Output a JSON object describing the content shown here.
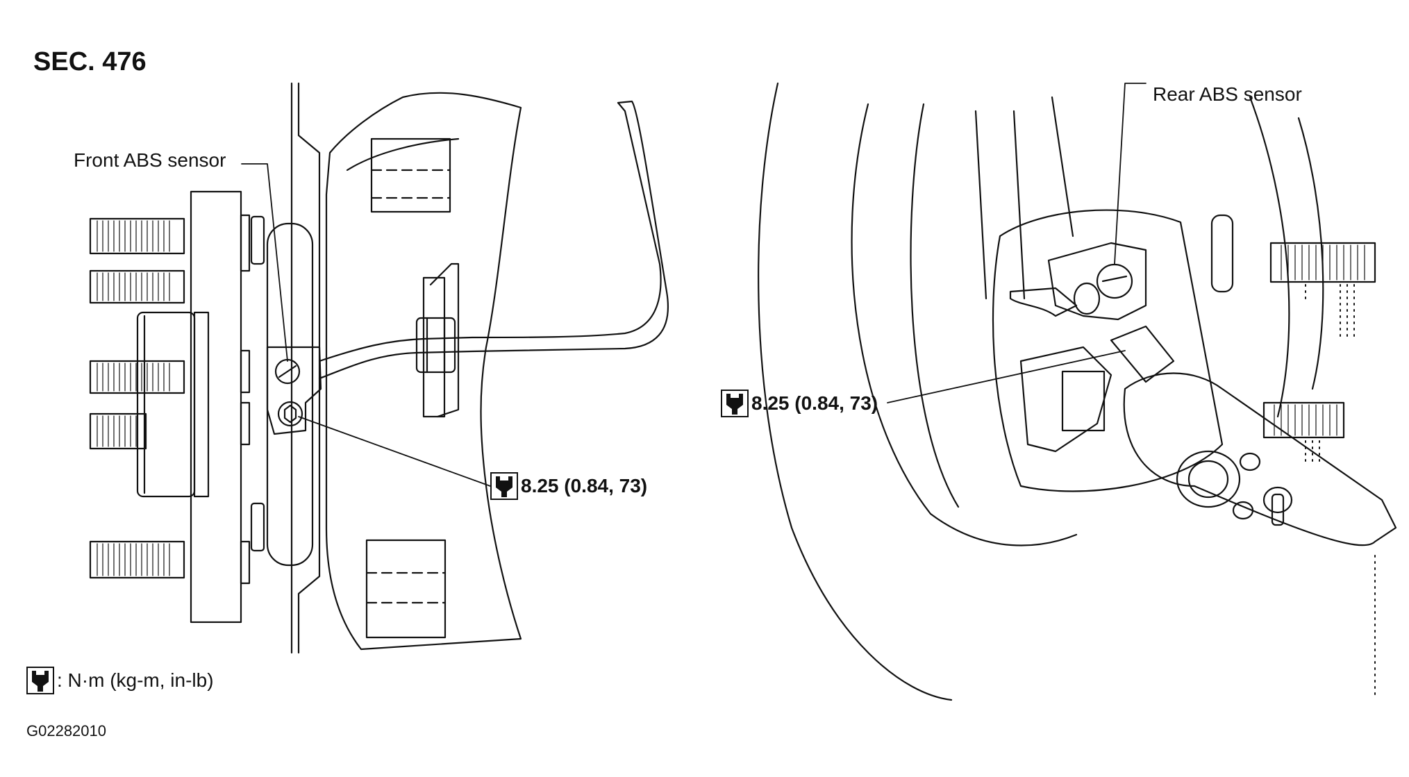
{
  "section_title": "SEC. 476",
  "labels": {
    "front_sensor": "Front ABS sensor",
    "rear_sensor": "Rear ABS sensor"
  },
  "torque": {
    "front_value": "8.25 (0.84, 73)",
    "rear_value": "8.25 (0.84, 73)"
  },
  "legend": {
    "icon": "torque-wrench-icon",
    "text": ": N·m (kg-m, in-lb)"
  },
  "figure_code": "G02282010",
  "colors": {
    "line": "#111111",
    "background": "#ffffff"
  }
}
